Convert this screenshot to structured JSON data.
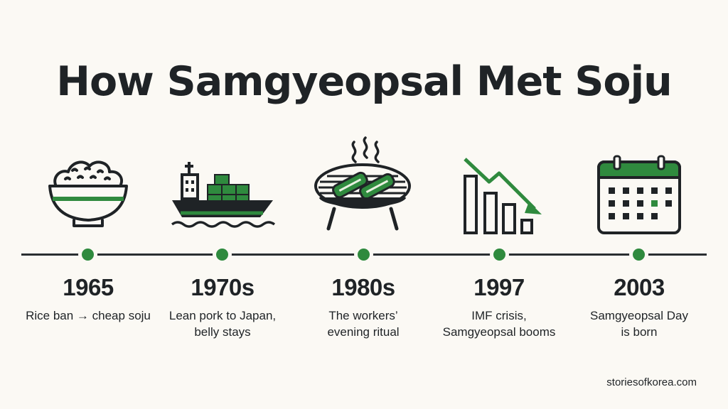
{
  "title": "How Samgyeopsal Met Soju",
  "colors": {
    "accent": "#2f8a3e",
    "ink": "#1f2326",
    "background": "#fbf9f4"
  },
  "events": [
    {
      "year": "1965",
      "description": "Rice ban → cheap soju",
      "icon": "rice-bowl-icon"
    },
    {
      "year": "1970s",
      "description": "Lean pork to Japan,\nbelly stays",
      "icon": "cargo-ship-icon"
    },
    {
      "year": "1980s",
      "description": "The workers’\nevening ritual",
      "icon": "grill-icon"
    },
    {
      "year": "1997",
      "description": "IMF crisis,\nSamgyeopsal booms",
      "icon": "declining-chart-icon"
    },
    {
      "year": "2003",
      "description": "Samgyeopsal Day\nis born",
      "icon": "calendar-icon"
    }
  ],
  "source": "storiesofkorea.com"
}
